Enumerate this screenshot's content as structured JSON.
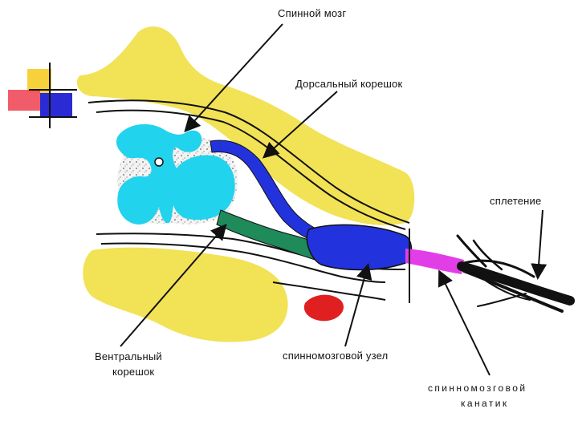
{
  "labels": {
    "spinal_cord": "Спинной мозг",
    "dorsal_root": "Дорсальный корешок",
    "plexus": "сплетение",
    "ventral_root_line1": "Вентральный",
    "ventral_root_line2": "корешок",
    "spinal_ganglion": "спинномозговой узел",
    "spinal_nerve_line1": "спинномозговой",
    "spinal_nerve_line2": "канатик"
  },
  "colors": {
    "bone": "#f2e256",
    "grey_matter": "#22d3ee",
    "white_matter_speckle": "#e6e6e6",
    "dorsal_root": "#2233dd",
    "ventral_root": "#1f8a5a",
    "spinal_nerve": "#e23ee8",
    "vessel": "#e02020",
    "outline": "#111111"
  },
  "icons": {
    "logo": "colored-squares-logo"
  }
}
